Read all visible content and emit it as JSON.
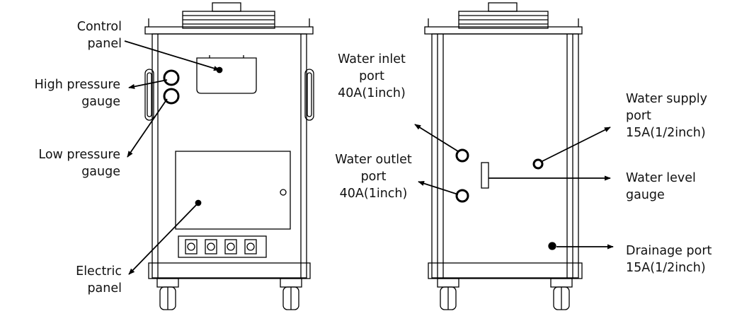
{
  "labels": {
    "control_panel": [
      "Control",
      "panel"
    ],
    "high_pressure_gauge": [
      "High pressure",
      "gauge"
    ],
    "low_pressure_gauge": [
      "Low pressure",
      "gauge"
    ],
    "electric_panel": [
      "Electric",
      "panel"
    ],
    "water_inlet_port": [
      "Water inlet",
      "port",
      "40A(1inch)"
    ],
    "water_outlet_port": [
      "Water outlet",
      "port",
      "40A(1inch)"
    ],
    "water_supply_port": [
      "Water supply",
      "port",
      "15A(1/2inch)"
    ],
    "water_level_gauge": [
      "Water level",
      "gauge"
    ],
    "drainage_port": [
      "Drainage port",
      "15A(1/2inch)"
    ]
  }
}
